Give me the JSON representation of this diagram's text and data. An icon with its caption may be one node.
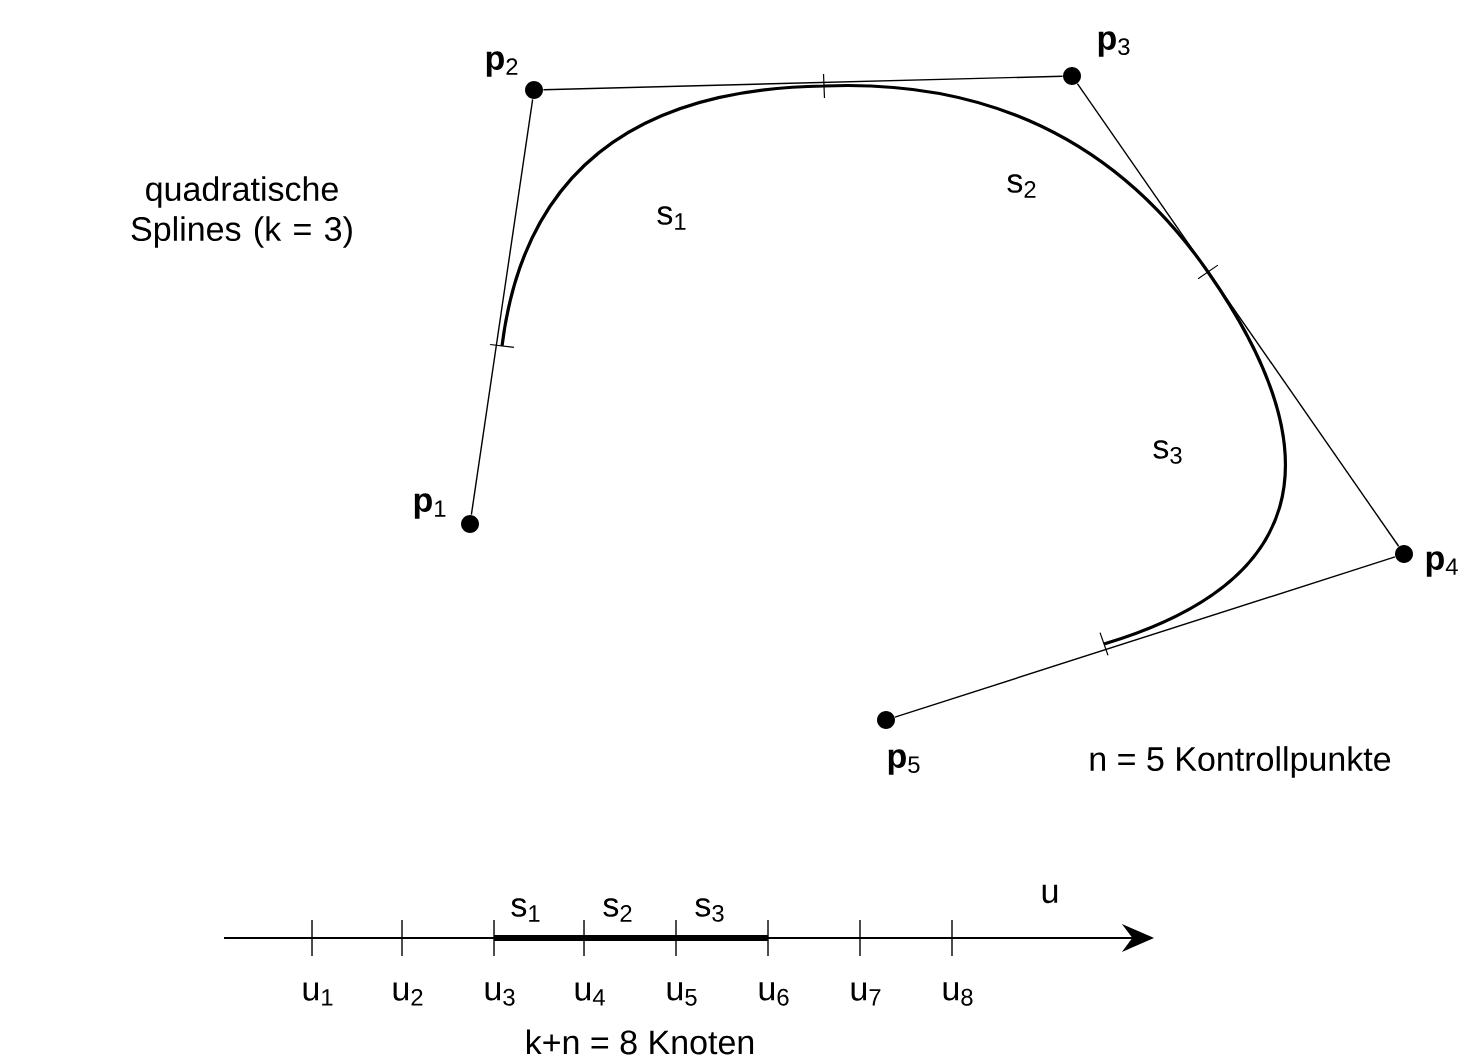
{
  "diagram": {
    "nodes": [
      {
        "text": [
          "**p**$_{1}$"
        ]
      },
      {
        "text": [
          "**p**$_{2}$"
        ]
      },
      {
        "text": [
          "**p**$_{3}$"
        ]
      },
      {
        "text": [
          "**p**$_{4}$"
        ]
      },
      {
        "text": [
          "**p**$_{5}$"
        ]
      }
    ],
    "edges": [
      {
        "from": 0,
        "to": 1,
        "arrow": "none"
      },
      {
        "from": 1,
        "to": 2,
        "arrow": "none"
      },
      {
        "from": 2,
        "to": 3,
        "arrow": "none"
      },
      {
        "from": 3,
        "to": 4,
        "arrow": "none"
      }
    ],
    "labels": [
      "quadratische Splines (k = 3)",
      "s$_{1}$",
      "s$_{2}$",
      "s$_{3}$",
      "n = 5 Kontrollpunkte",
      "s$_{1}$",
      "s$_{2}$",
      "s$_{3}$",
      "u",
      "u$_{1}$",
      "u$_{2}$",
      "u$_{3}$",
      "u$_{4}$",
      "u$_{5}$",
      "u$_{6}$",
      "u$_{7}$",
      "u$_{8}$",
      "k+n = 8 Knoten"
    ]
  }
}
